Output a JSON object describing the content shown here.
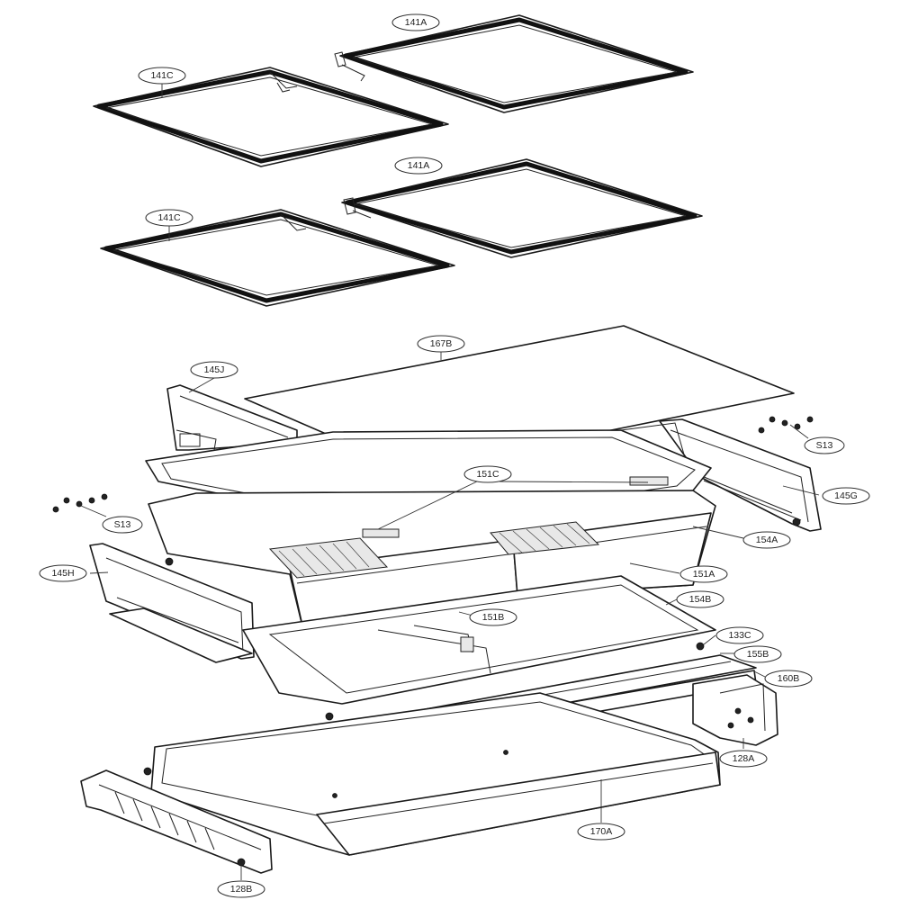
{
  "callouts": [
    {
      "id": "c1",
      "label": "141A"
    },
    {
      "id": "c2",
      "label": "141C"
    },
    {
      "id": "c3",
      "label": "141A"
    },
    {
      "id": "c4",
      "label": "141C"
    },
    {
      "id": "c5",
      "label": "167B"
    },
    {
      "id": "c6",
      "label": "145J"
    },
    {
      "id": "c7",
      "label": "S13"
    },
    {
      "id": "c8",
      "label": "151C"
    },
    {
      "id": "c9",
      "label": "145G"
    },
    {
      "id": "c10",
      "label": "S13"
    },
    {
      "id": "c11",
      "label": "154A"
    },
    {
      "id": "c12",
      "label": "145H"
    },
    {
      "id": "c13",
      "label": "151A"
    },
    {
      "id": "c14",
      "label": "154B"
    },
    {
      "id": "c15",
      "label": "151B"
    },
    {
      "id": "c16",
      "label": "133C"
    },
    {
      "id": "c17",
      "label": "155B"
    },
    {
      "id": "c18",
      "label": "160B"
    },
    {
      "id": "c19",
      "label": "128A"
    },
    {
      "id": "c20",
      "label": "170A"
    },
    {
      "id": "c21",
      "label": "128B"
    }
  ]
}
